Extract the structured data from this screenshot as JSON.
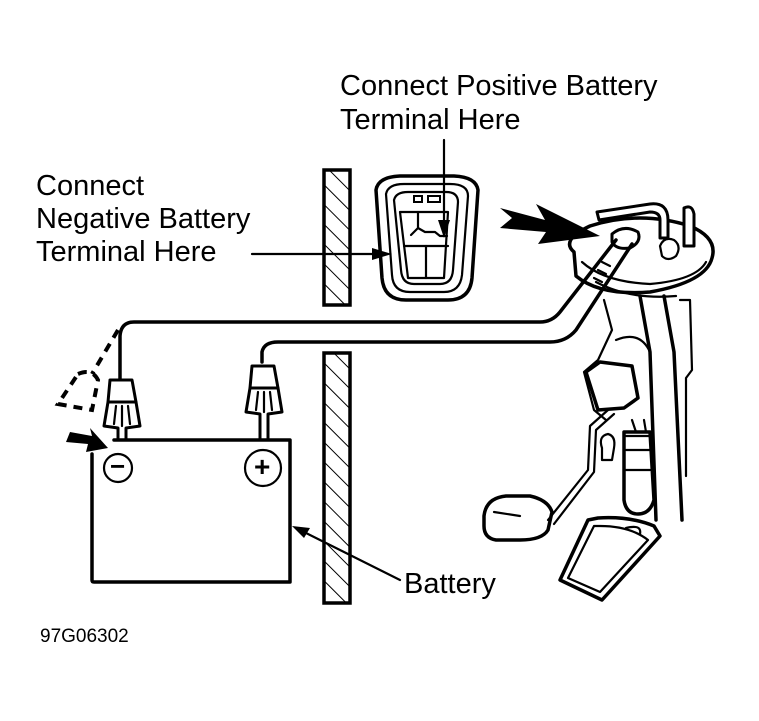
{
  "diagram": {
    "labels": {
      "positive_terminal": [
        "Connect Positive Battery",
        "Terminal Here"
      ],
      "negative_terminal": [
        "Connect",
        "Negative Battery",
        "Terminal Here"
      ],
      "battery": "Battery"
    },
    "figure_code": "97G06302",
    "battery_symbols": {
      "negative": "−",
      "positive": "+"
    },
    "colors": {
      "ink": "#000000",
      "background": "#ffffff"
    }
  }
}
